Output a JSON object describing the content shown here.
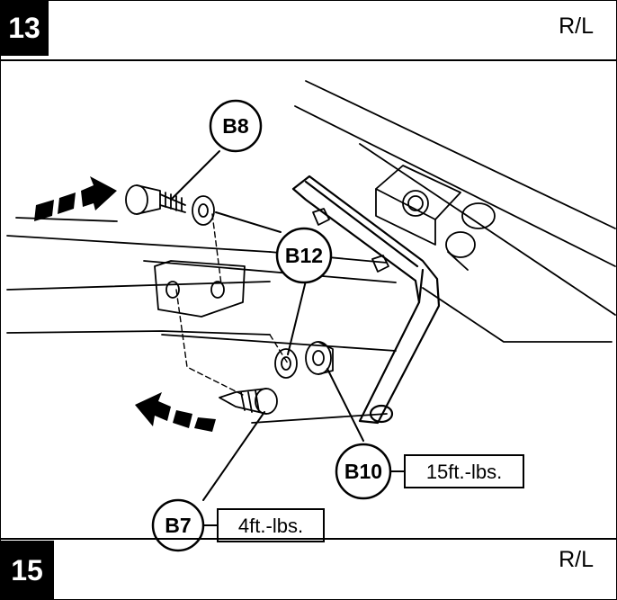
{
  "header": {
    "step_number": "13",
    "side_label": "R/L"
  },
  "footer": {
    "step_number": "15",
    "side_label": "R/L"
  },
  "callouts": [
    {
      "id": "B8",
      "label": "B8"
    },
    {
      "id": "B12",
      "label": "B12"
    },
    {
      "id": "B10",
      "label": "B10",
      "torque": "15ft.-lbs."
    },
    {
      "id": "B7",
      "label": "B7",
      "torque": "4ft.-lbs."
    }
  ],
  "colors": {
    "ink": "#000000",
    "paper": "#ffffff",
    "badge": "#000000"
  }
}
